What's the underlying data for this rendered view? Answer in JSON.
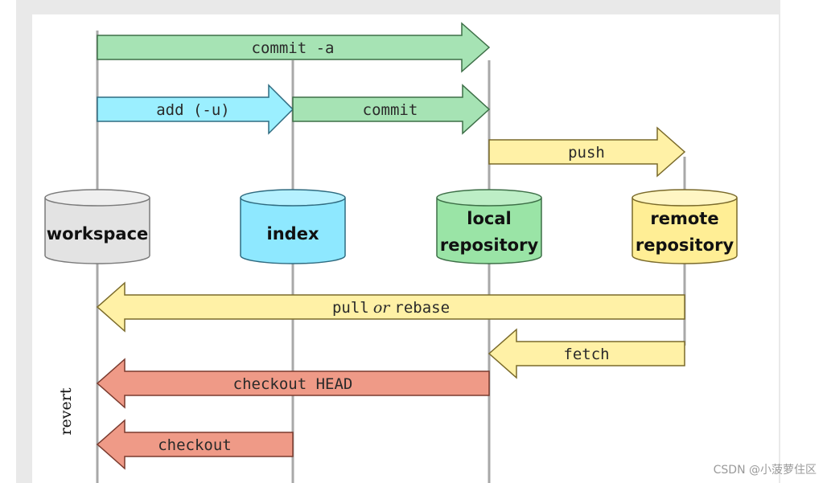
{
  "arrows": {
    "commit_a": "commit -a",
    "add_u": "add (-u)",
    "commit": "commit",
    "push": "push",
    "pull_left": "pull",
    "pull_or": "or",
    "pull_right": "rebase",
    "fetch": "fetch",
    "checkout_head": "checkout HEAD",
    "checkout": "checkout"
  },
  "stores": {
    "workspace": "workspace",
    "index": "index",
    "local_line1": "local",
    "local_line2": "repository",
    "remote_line1": "remote",
    "remote_line2": "repository"
  },
  "side_label": "revert",
  "watermark": "CSDN @小菠萝住区",
  "colors": {
    "green": "#a6e3b4",
    "cyan": "#9befff",
    "yellow": "#fff1a6",
    "red": "#ef9a87",
    "workspace": "#e3e3e3",
    "index": "#8ee8ff",
    "local": "#9ae4a6",
    "remote": "#ffee95"
  }
}
